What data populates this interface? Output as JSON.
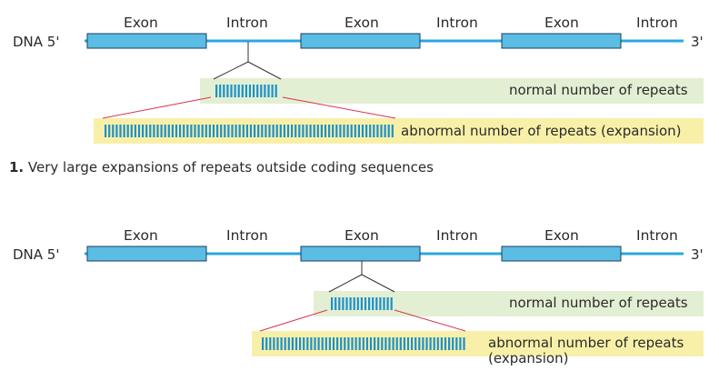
{
  "panels": [
    {
      "headers": [
        "Exon",
        "Intron",
        "Exon",
        "Intron",
        "Exon",
        "Intron"
      ],
      "strand_start": "DNA 5'",
      "strand_end": "3'",
      "normal_label": "normal number of repeats",
      "abnormal_label": "abnormal number of repeats (expansion)",
      "caption_number": "1.",
      "caption_text": "Very large expansions of repeats outside coding sequences"
    },
    {
      "headers": [
        "Exon",
        "Intron",
        "Exon",
        "Intron",
        "Exon",
        "Intron"
      ],
      "strand_start": "DNA 5'",
      "strand_end": "3'",
      "normal_label": "normal number of repeats",
      "abnormal_label_line1": "abnormal number of repeats",
      "abnormal_label_line2": "(expansion)"
    }
  ],
  "colors": {
    "exon_fill": "#5bbce4",
    "exon_stroke": "#1b3f5c",
    "dna_line": "#29a8df",
    "normal_band": "#e3efd3",
    "abnormal_band": "#f8f0a8",
    "repeat_bar": "#1e90c8",
    "expansion_line": "#d9334e",
    "connector": "#333333"
  }
}
